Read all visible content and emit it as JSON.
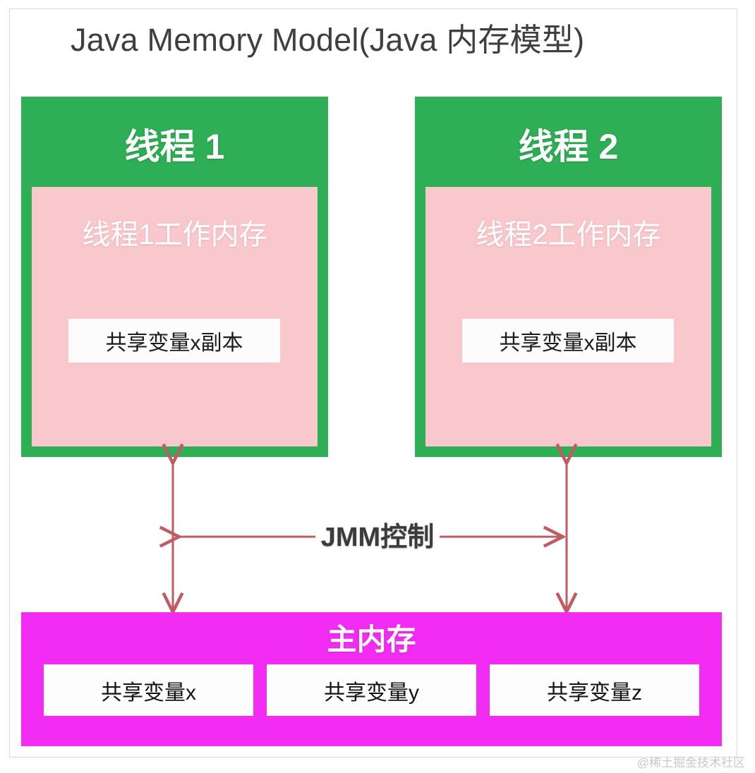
{
  "title": "Java Memory Model(Java 内存模型)",
  "threads": [
    {
      "name": "线程 1",
      "working_memory": "线程1工作内存",
      "variable_copy": "共享变量x副本"
    },
    {
      "name": "线程 2",
      "working_memory": "线程2工作内存",
      "variable_copy": "共享变量x副本"
    }
  ],
  "control": {
    "label": "JMM控制"
  },
  "main_memory": {
    "title": "主内存",
    "variables": [
      {
        "label": "共享变量x"
      },
      {
        "label": "共享变量y"
      },
      {
        "label": "共享变量z"
      }
    ]
  },
  "watermark": "@稀土掘金技术社区",
  "colors": {
    "thread_green": "#2faf55",
    "working_memory_pink": "#f8c8cd",
    "main_memory_magenta": "#f22cf2",
    "arrow_red": "#c25a62",
    "title_text": "#3f3f3f",
    "frame_border": "#dcdcdc"
  }
}
